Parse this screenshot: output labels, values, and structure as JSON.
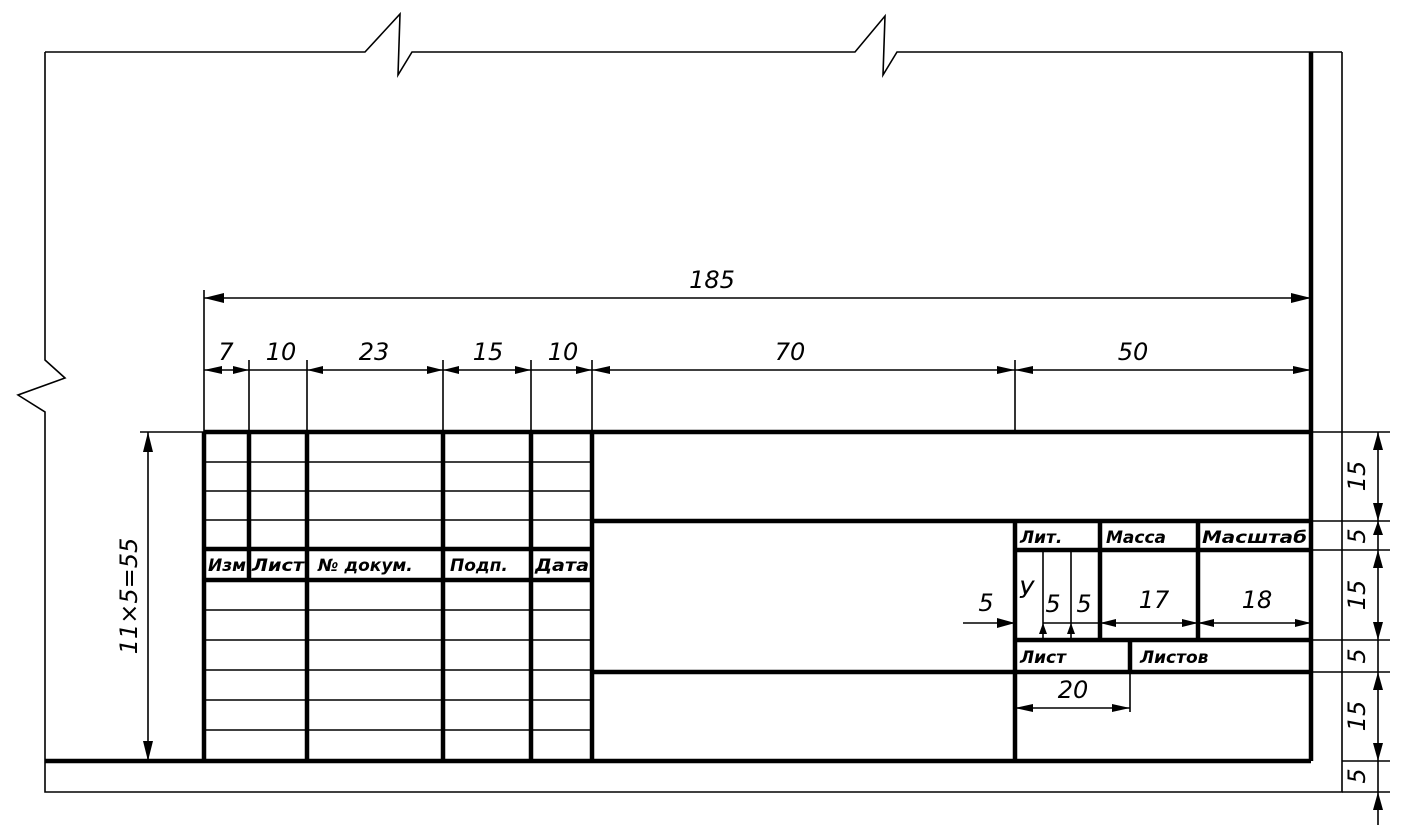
{
  "dimensions": {
    "total_width": "185",
    "col_izm": "7",
    "col_list": "10",
    "col_dokum": "23",
    "col_podp": "15",
    "col_data": "10",
    "col_middle": "70",
    "col_right": "50",
    "height_left": "11×5=55",
    "lit_width": "5",
    "lit_sub1": "5",
    "lit_sub2": "5",
    "massa_width": "17",
    "masshtab_width": "18",
    "list_width": "20",
    "right_h1": "15",
    "right_h2": "5",
    "right_h3": "15",
    "right_h4": "5",
    "right_h5": "15",
    "right_h6": "5"
  },
  "cells": {
    "izm": "Изм",
    "list": "Лист",
    "dokum": "№ докум.",
    "podp": "Подп.",
    "data": "Дата",
    "lit": "Лит.",
    "massa": "Масса",
    "masshtab": "Масштаб",
    "lit_letter": "У",
    "sheet": "Лист",
    "sheets": "Листов"
  }
}
